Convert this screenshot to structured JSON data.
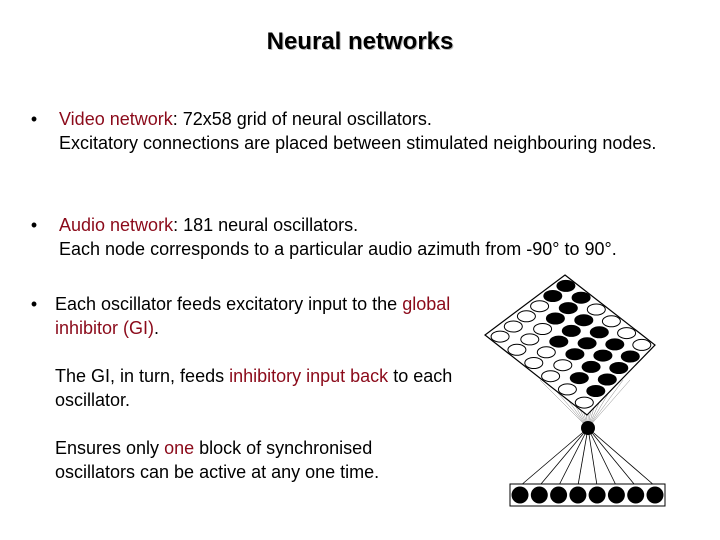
{
  "title": "Neural networks",
  "bullets": [
    {
      "lead": "Video network",
      "rest": ": 72x58 grid of neural oscillators.",
      "line2": "Excitatory connections are placed between stimulated neighbouring nodes."
    },
    {
      "lead": "Audio network",
      "rest": ": 181 neural oscillators.",
      "line2": "Each node corresponds to a particular audio azimuth from -90° to 90°."
    },
    {
      "p1": "Each oscillator feeds excitatory input to the ",
      "p1_hl": "global inhibitor (GI)",
      "p1_end": ".",
      "p2": "The GI, in turn, feeds ",
      "p2_hl": "inhibitory input back",
      "p2_end": " to each oscillator.",
      "p3": "Ensures only ",
      "p3_hl": "one",
      "p3_end": " block of synchronised oscillators can be active at any one time."
    }
  ],
  "bullet_char": "•",
  "diagram": {
    "grid": [
      [
        1,
        1,
        0,
        0,
        0,
        0
      ],
      [
        1,
        1,
        1,
        0,
        0,
        0
      ],
      [
        0,
        1,
        1,
        1,
        0,
        0
      ],
      [
        0,
        1,
        1,
        1,
        0,
        0
      ],
      [
        0,
        1,
        1,
        1,
        1,
        0
      ],
      [
        0,
        1,
        1,
        1,
        1,
        0
      ]
    ],
    "audio_nodes": 8,
    "colors": {
      "filled": "#000000",
      "line": "#000000"
    }
  }
}
